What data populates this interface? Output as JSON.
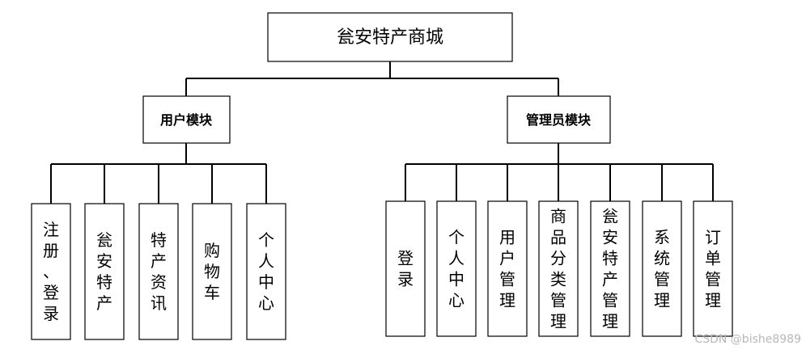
{
  "root": {
    "label": "瓮安特产商城"
  },
  "modules": [
    {
      "label": "用户模块",
      "children": [
        "注册、登录",
        "瓮安特产",
        "特产资讯",
        "购物车",
        "个人中心"
      ]
    },
    {
      "label": "管理员模块",
      "children": [
        "登录",
        "个人中心",
        "用户管理",
        "商品分类管理",
        "瓮安特产管理",
        "系统管理",
        "订单管理"
      ]
    }
  ],
  "watermark": "CSDN @bishe8989"
}
